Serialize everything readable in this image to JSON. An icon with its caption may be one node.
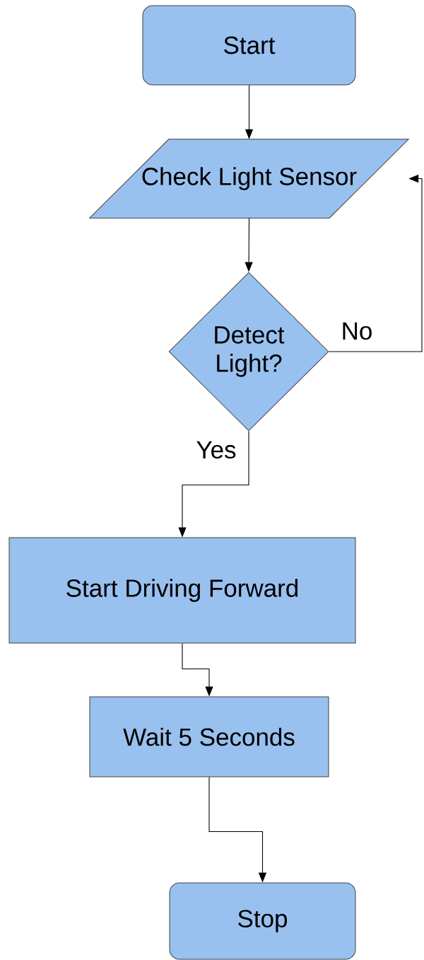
{
  "diagram": {
    "nodes": [
      {
        "text": [
          "Start"
        ]
      },
      {
        "text": [
          "Check Light Sensor"
        ]
      },
      {
        "text": [
          "Detect Light?"
        ]
      },
      {
        "text": [
          "Start Driving Forward"
        ]
      },
      {
        "text": [
          "Wait 5 Seconds"
        ]
      },
      {
        "text": [
          "Stop"
        ]
      }
    ],
    "edges": [
      {
        "from": 0,
        "to": 1,
        "arrow": "to"
      },
      {
        "from": 1,
        "to": 2,
        "arrow": "to"
      },
      {
        "from": 2,
        "to": 3,
        "arrow": "to",
        "label": "Yes"
      },
      {
        "from": 3,
        "to": 4,
        "arrow": "to"
      },
      {
        "from": 4,
        "to": 5,
        "arrow": "to"
      },
      {
        "from": 2,
        "to": 1,
        "arrow": "to",
        "label": "No"
      }
    ]
  }
}
